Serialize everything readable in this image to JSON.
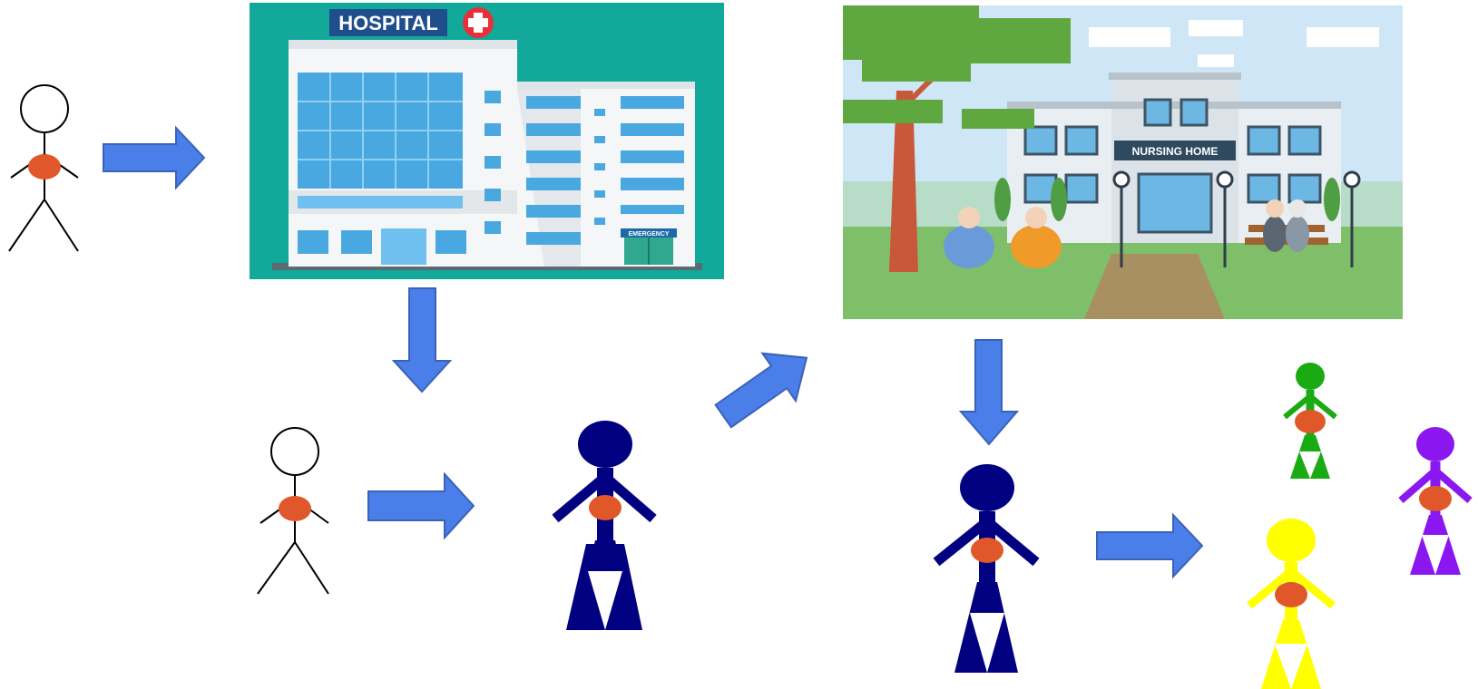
{
  "hospital_panel": {
    "sign": "HOSPITAL",
    "emergency_sign": "EMERGENCY",
    "background": "#12a89a"
  },
  "nursing_home_panel": {
    "sign": "NURSING HOME",
    "sky": "#cfe6f6",
    "grass": "#7fbf6a"
  },
  "colors": {
    "arrow": "#4a7ee8",
    "arrow_stroke": "#3a62b8",
    "germ": "#e0572a",
    "navy": "#000080",
    "green": "#1aaa12",
    "yellow": "#ffff00",
    "purple": "#8a17f0"
  },
  "figures": [
    {
      "name": "outline-person-start"
    },
    {
      "name": "outline-person-after-hospital"
    },
    {
      "name": "navy-person-infected"
    },
    {
      "name": "navy-person-after-nursing-home"
    },
    {
      "name": "green-person"
    },
    {
      "name": "yellow-person"
    },
    {
      "name": "purple-person"
    }
  ]
}
